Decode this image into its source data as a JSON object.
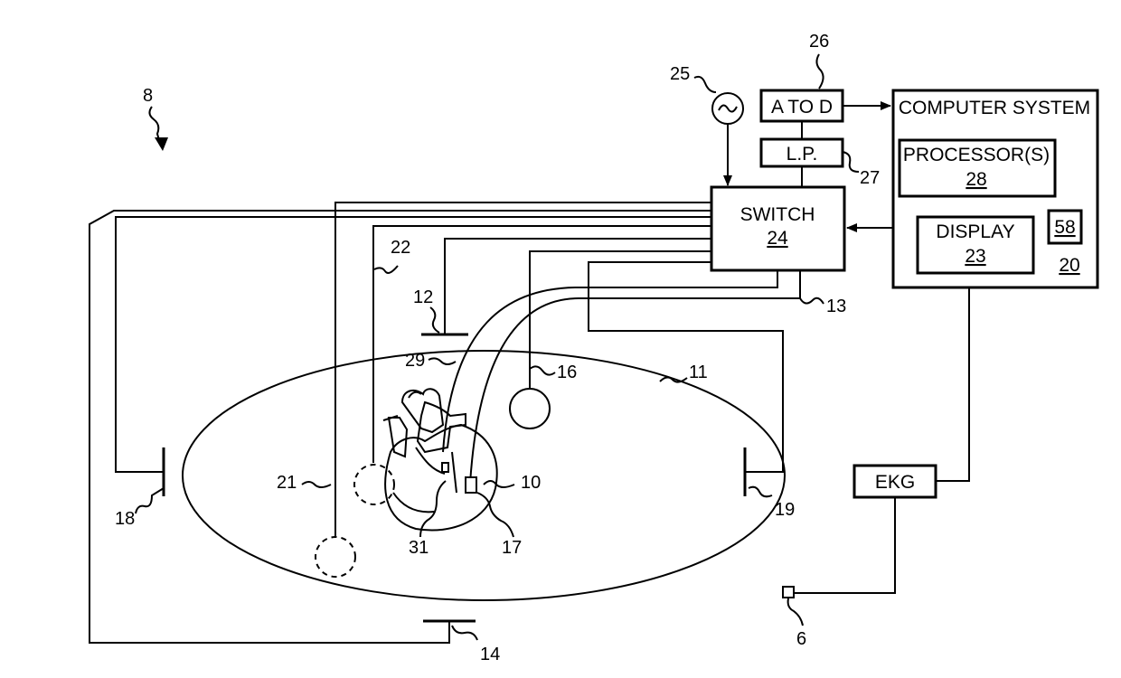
{
  "figure_label": "8",
  "blocks": {
    "a_to_d": "A TO D",
    "low_pass": "L.P.",
    "switch": {
      "title": "SWITCH",
      "ref": "24"
    },
    "computer_system": {
      "title": "COMPUTER SYSTEM",
      "ref": "20"
    },
    "processors": {
      "title": "PROCESSOR(S)",
      "ref": "28"
    },
    "display": {
      "title": "DISPLAY",
      "ref": "23"
    },
    "memory_ref": "58",
    "ekg": "EKG"
  },
  "reference_numerals": {
    "heart": "10",
    "body": "11",
    "patch_12": "12",
    "cable_13": "13",
    "patch_14": "14",
    "patch_16": "16",
    "electrode_17": "17",
    "patch_18": "18",
    "patch_19": "19",
    "reference_21": "21",
    "lead_22": "22",
    "signal_generator": "25",
    "a_to_d_ref": "26",
    "low_pass_ref": "27",
    "catheter_29": "29",
    "electrode_31": "31",
    "ekg_electrode": "6"
  },
  "icons": {
    "signal_generator": "sine-wave-source-icon",
    "heart": "heart-illustration-icon"
  }
}
